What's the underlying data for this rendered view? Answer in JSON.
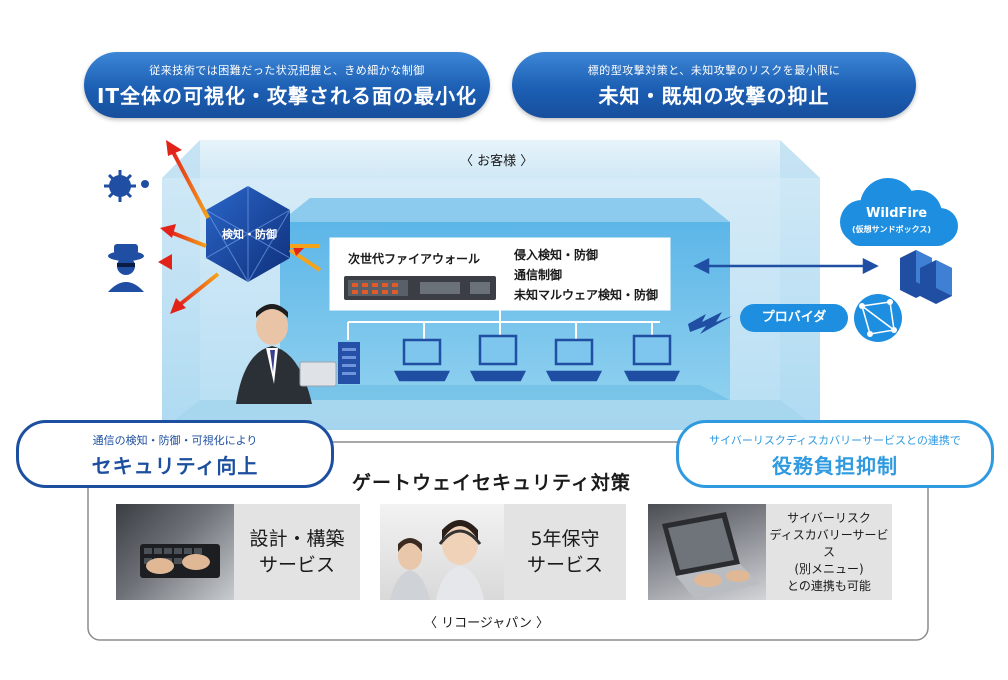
{
  "pills": {
    "left_top": {
      "sub": "従来技術では困難だった状況把握と、きめ細かな制御",
      "main": "IT全体の可視化・攻撃される面の最小化"
    },
    "right_top": {
      "sub": "標的型攻撃対策と、未知攻撃のリスクを最小限に",
      "main": "未知・既知の攻撃の抑止"
    },
    "left_bottom": {
      "sub": "通信の検知・防御・可視化により",
      "main": "セキュリティ向上"
    },
    "right_bottom": {
      "sub": "サイバーリスクディスカバリーサービスとの連携で",
      "main": "役務負担抑制"
    }
  },
  "customer_label": "〈 お客様 〉",
  "hex_label": "検知・防御",
  "firewall": {
    "name": "次世代ファイアウォール",
    "features": [
      "侵入検知・防御",
      "通信制御",
      "未知マルウェア検知・防御"
    ]
  },
  "wildfire": {
    "name": "WildFire",
    "sub": "(仮想サンドボックス)"
  },
  "provider_label": "プロバイダ",
  "gateway_title": "ゲートウェイセキュリティ対策",
  "services": [
    {
      "text": "設計・構築\nサービス",
      "icon": "keyboard-photo"
    },
    {
      "text": "5年保守\nサービス",
      "icon": "headset-operator-photo"
    },
    {
      "text": "サイバーリスク\nディスカバリーサービス\n(別メニュー)\nとの連携も可能",
      "icon": "laptop-typing-photo"
    }
  ],
  "ricoh_label": "〈 リコージャパン 〉",
  "colors": {
    "blue_dark": "#1c5fb4",
    "blue_light": "#2f9ae0",
    "arrow_red": "#e8312a",
    "arrow_orange": "#f39a1a"
  }
}
